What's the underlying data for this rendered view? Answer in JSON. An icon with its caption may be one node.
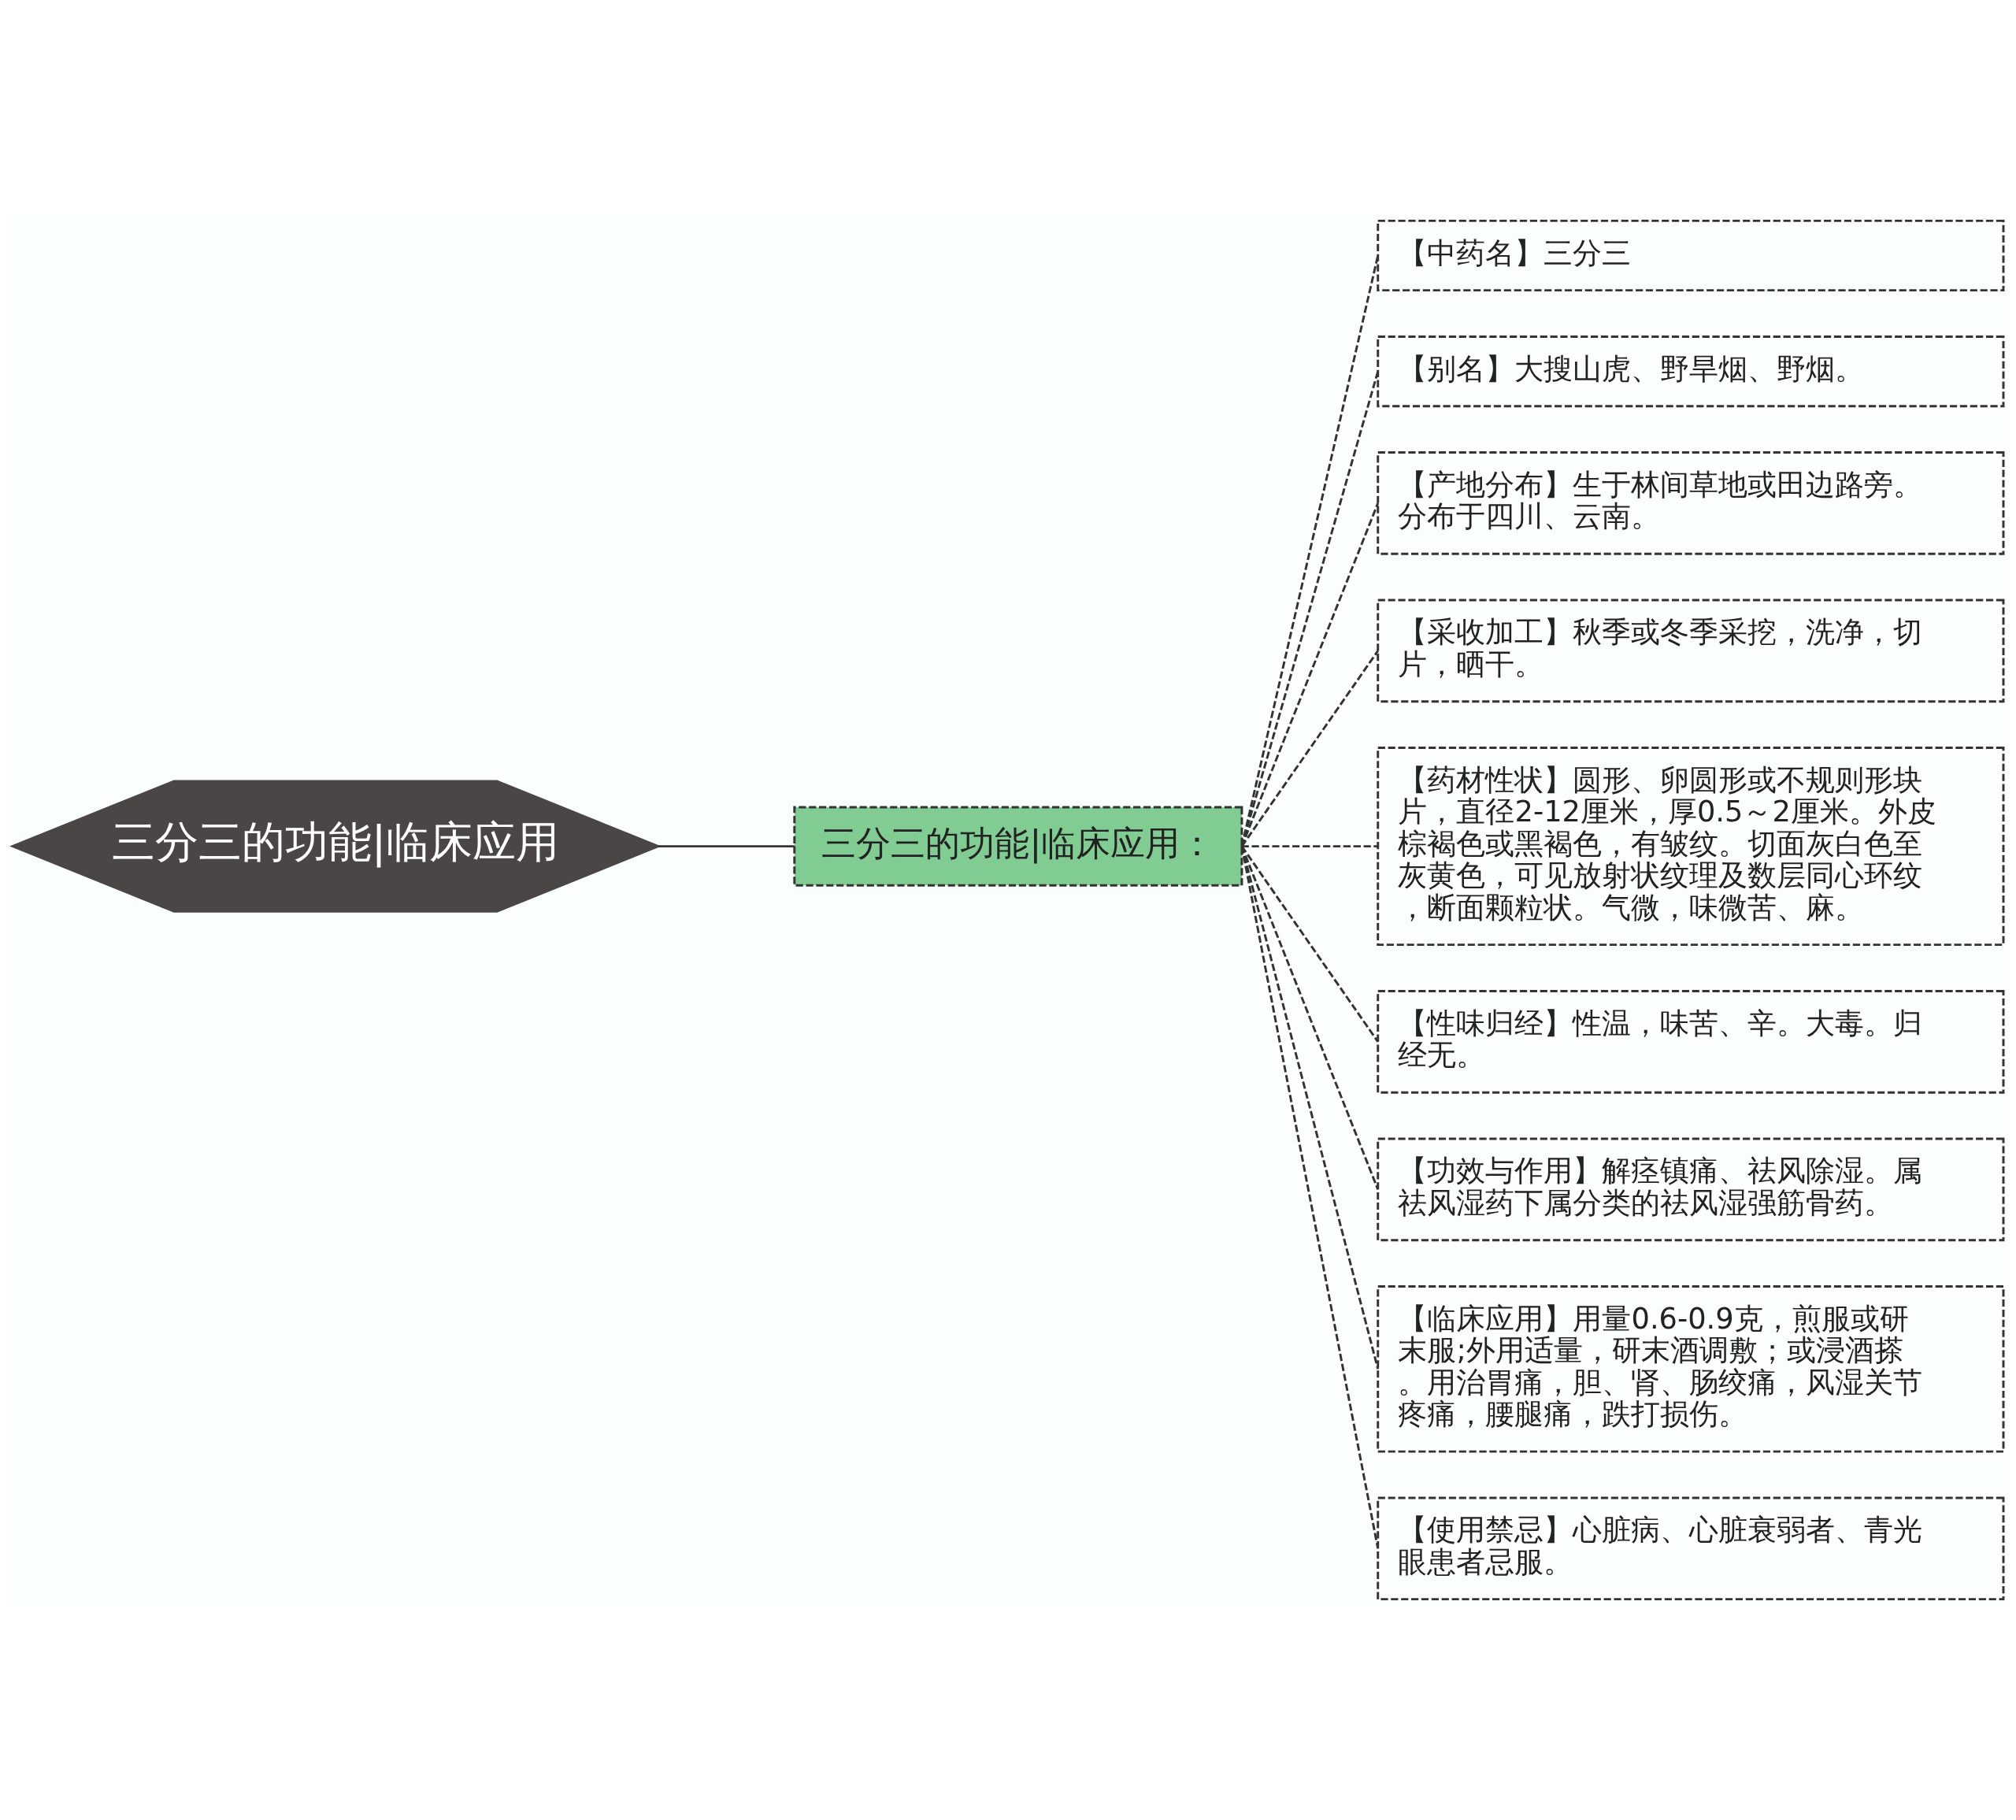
{
  "diagram": {
    "nodes": [
      {
        "text": [
          "三分三的功能|临床应用"
        ]
      },
      {
        "text": [
          "三分三的功能|临床应用："
        ]
      },
      {
        "text": [
          "【中药名】三分三"
        ]
      },
      {
        "text": [
          "【别名】大搜山虎、野旱烟、野烟。"
        ]
      },
      {
        "text": [
          "【产地分布】生于林间草地或田边路旁。分布于四川、云南。"
        ]
      },
      {
        "text": [
          "【采收加工】秋季或冬季采挖，洗净，切片，晒干。"
        ]
      },
      {
        "text": [
          "【药材性状】圆形、卵圆形或不规则形块片，直径2-12厘米，厚0.5～2厘米。外皮棕褐色或黑褐色，有皱纹。切面灰白色至灰黄色，可见放射状纹理及数层同心环纹，断面颗粒状。气微，味微苦、麻。"
        ]
      },
      {
        "text": [
          "【性味归经】性温，味苦、辛。大毒。归经无。"
        ]
      },
      {
        "text": [
          "【功效与作用】解痉镇痛、祛风除湿。属祛风湿药下属分类的祛风湿强筋骨药。"
        ]
      },
      {
        "text": [
          "【临床应用】用量0.6-0.9克，煎服或研末服;外用适量，研末酒调敷；或浸酒搽。用治胃痛，胆、肾、肠绞痛，风湿关节疼痛，腰腿痛，跌打损伤。"
        ]
      },
      {
        "text": [
          "【使用禁忌】心脏病、心脏衰弱者、青光眼患者忌服。"
        ]
      }
    ],
    "edges": [
      {
        "from": 0,
        "to": 1,
        "arrow": "none"
      },
      {
        "from": 1,
        "to": 2,
        "arrow": "none",
        "style": "dashed"
      },
      {
        "from": 1,
        "to": 3,
        "arrow": "none",
        "style": "dashed"
      },
      {
        "from": 1,
        "to": 4,
        "arrow": "none",
        "style": "dashed"
      },
      {
        "from": 1,
        "to": 5,
        "arrow": "none",
        "style": "dashed"
      },
      {
        "from": 1,
        "to": 6,
        "arrow": "none",
        "style": "dashed"
      },
      {
        "from": 1,
        "to": 7,
        "arrow": "none",
        "style": "dashed"
      },
      {
        "from": 1,
        "to": 8,
        "arrow": "none",
        "style": "dashed"
      },
      {
        "from": 1,
        "to": 9,
        "arrow": "none",
        "style": "dashed"
      },
      {
        "from": 1,
        "to": 10,
        "arrow": "none",
        "style": "dashed"
      }
    ]
  }
}
